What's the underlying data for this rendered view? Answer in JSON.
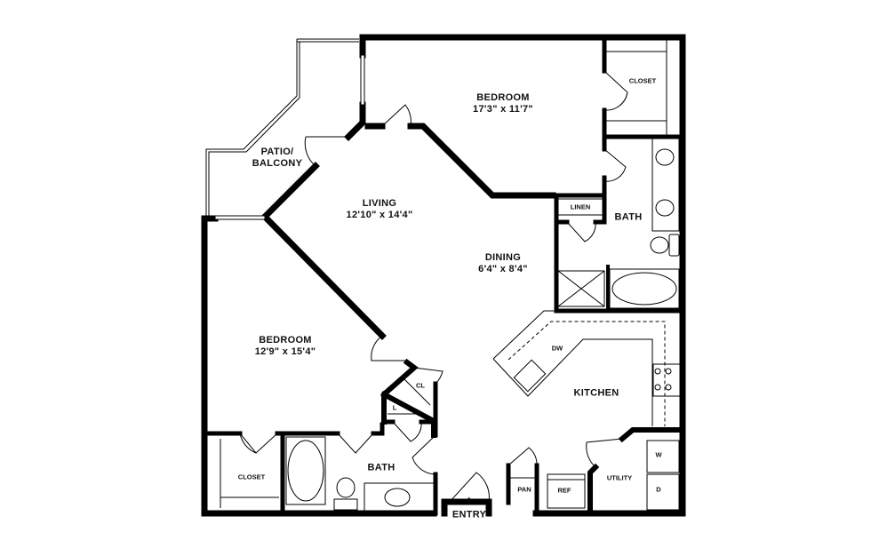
{
  "floorplan": {
    "rooms": [
      {
        "id": "bedroom-1",
        "name": "BEDROOM",
        "dims": "17'3\" x 11'7\""
      },
      {
        "id": "closet-1",
        "name": "CLOSET"
      },
      {
        "id": "patio",
        "name": "PATIO/",
        "name2": "BALCONY"
      },
      {
        "id": "living",
        "name": "LIVING",
        "dims": "12'10\" x 14'4\""
      },
      {
        "id": "dining",
        "name": "DINING",
        "dims": "6'4\" x 8'4\""
      },
      {
        "id": "linen",
        "name": "LINEN"
      },
      {
        "id": "bath-1",
        "name": "BATH"
      },
      {
        "id": "bedroom-2",
        "name": "BEDROOM",
        "dims": "12'9\" x 15'4\""
      },
      {
        "id": "cl",
        "name": "CL"
      },
      {
        "id": "l",
        "name": "L"
      },
      {
        "id": "kitchen",
        "name": "KITCHEN"
      },
      {
        "id": "dw",
        "name": "DW"
      },
      {
        "id": "closet-2",
        "name": "CLOSET"
      },
      {
        "id": "bath-2",
        "name": "BATH"
      },
      {
        "id": "pan",
        "name": "PAN"
      },
      {
        "id": "ref",
        "name": "REF"
      },
      {
        "id": "utility",
        "name": "UTILITY"
      },
      {
        "id": "washer",
        "name": "W"
      },
      {
        "id": "dryer",
        "name": "D"
      },
      {
        "id": "entry",
        "name": "ENTRY",
        "icon": "up-arrow-icon",
        "glyph": "↑"
      }
    ]
  }
}
